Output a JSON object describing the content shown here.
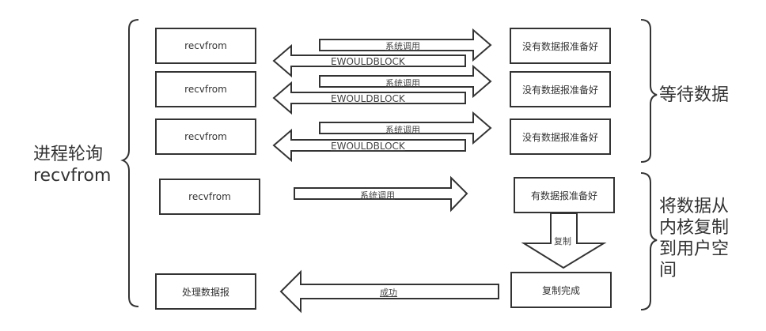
{
  "left_label": {
    "line1": "进程轮询",
    "line2": "recvfrom"
  },
  "right_labels": {
    "wait": "等待数据",
    "copy_lines": [
      "将数据从",
      "内核复制",
      "到用户空",
      "间"
    ]
  },
  "polling_rows": [
    {
      "left": "recvfrom",
      "call": "系统调用",
      "reply": "EWOULDBLOCK",
      "right": "没有数据报准备好"
    },
    {
      "left": "recvfrom",
      "call": "系统调用",
      "reply": "EWOULDBLOCK",
      "right": "没有数据报准备好"
    },
    {
      "left": "recvfrom",
      "call": "系统调用",
      "reply": "EWOULDBLOCK",
      "right": "没有数据报准备好"
    }
  ],
  "ready_row": {
    "left": "recvfrom",
    "call": "系统调用",
    "right": "有数据报准备好"
  },
  "copy_arrow": "复制",
  "final_row": {
    "left": "处理数据报",
    "reply": "成功",
    "right": "复制完成"
  }
}
